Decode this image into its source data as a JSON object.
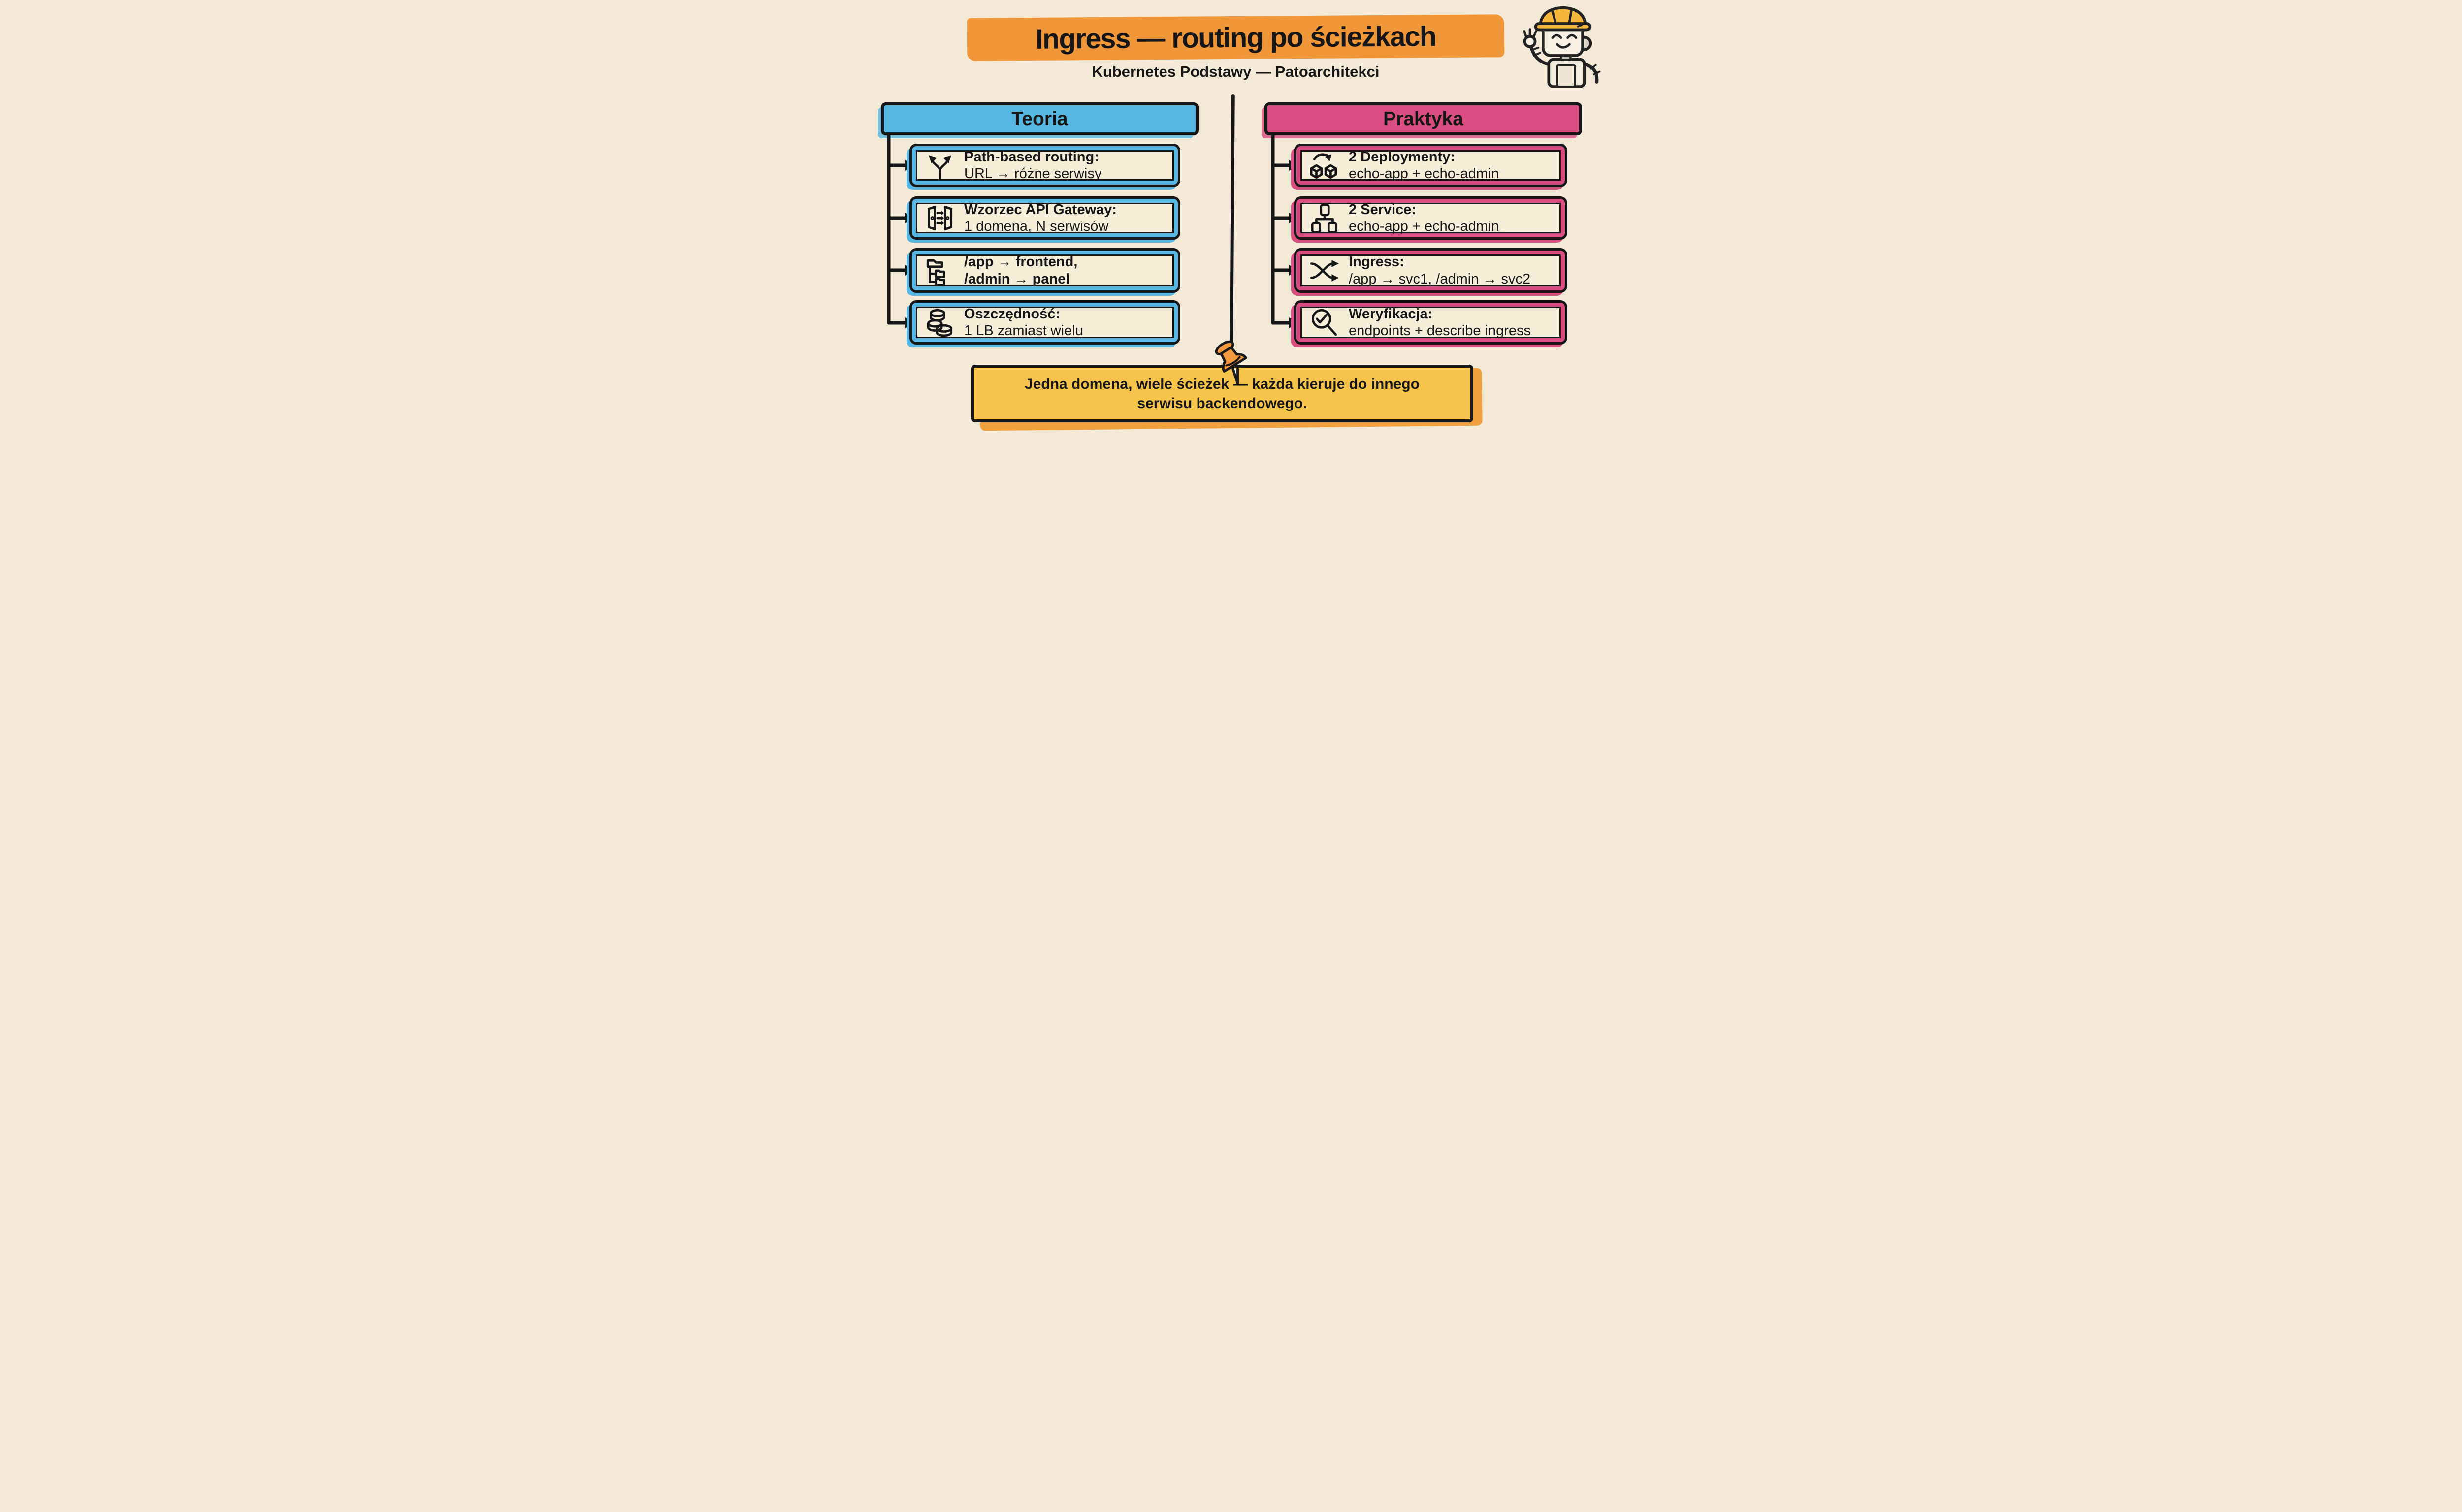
{
  "page": {
    "background": "#f4e9d6",
    "text_color": "#161616"
  },
  "header": {
    "title": "Ingress — routing po ścieżkach",
    "title_highlight_color": "#f0973a",
    "subtitle": "Kubernetes Podstawy — Patoarchitekci",
    "mascot_icon": "robot-hardhat-waving-icon"
  },
  "columns": [
    {
      "id": "teoria",
      "title": "Teoria",
      "accent_color": "#56b7e2",
      "items": [
        {
          "icon": "fork-arrows-icon",
          "line1": "Path-based routing:",
          "line2": "URL → różne serwisy"
        },
        {
          "icon": "doors-gateway-icon",
          "line1": "Wzorzec API Gateway:",
          "line2": "1 domena, N serwisów"
        },
        {
          "icon": "folder-tree-icon",
          "line1": "/app → frontend,",
          "line2": "/admin → panel"
        },
        {
          "icon": "coins-icon",
          "line1": "Oszczędność:",
          "line2": "1 LB zamiast wielu"
        }
      ]
    },
    {
      "id": "praktyka",
      "title": "Praktyka",
      "accent_color": "#d84e80",
      "items": [
        {
          "icon": "deployments-boxes-icon",
          "line1": "2 Deploymenty:",
          "line2": "echo-app + echo-admin"
        },
        {
          "icon": "service-hierarchy-icon",
          "line1": "2 Service:",
          "line2": "echo-app + echo-admin"
        },
        {
          "icon": "shuffle-arrows-icon",
          "line1": "Ingress:",
          "line2": "/app → svc1, /admin → svc2"
        },
        {
          "icon": "magnifier-check-icon",
          "line1": "Weryfikacja:",
          "line2": "endpoints + describe ingress"
        }
      ]
    }
  ],
  "footer": {
    "note_line1": "Jedna domena, wiele ścieżek — każda kieruje do innego",
    "note_line2": "serwisu backendowego.",
    "note_color": "#f6c44a",
    "note_shadow_color": "#f0a03d",
    "pin_icon": "pushpin-icon",
    "pin_color": "#f29a3d"
  }
}
